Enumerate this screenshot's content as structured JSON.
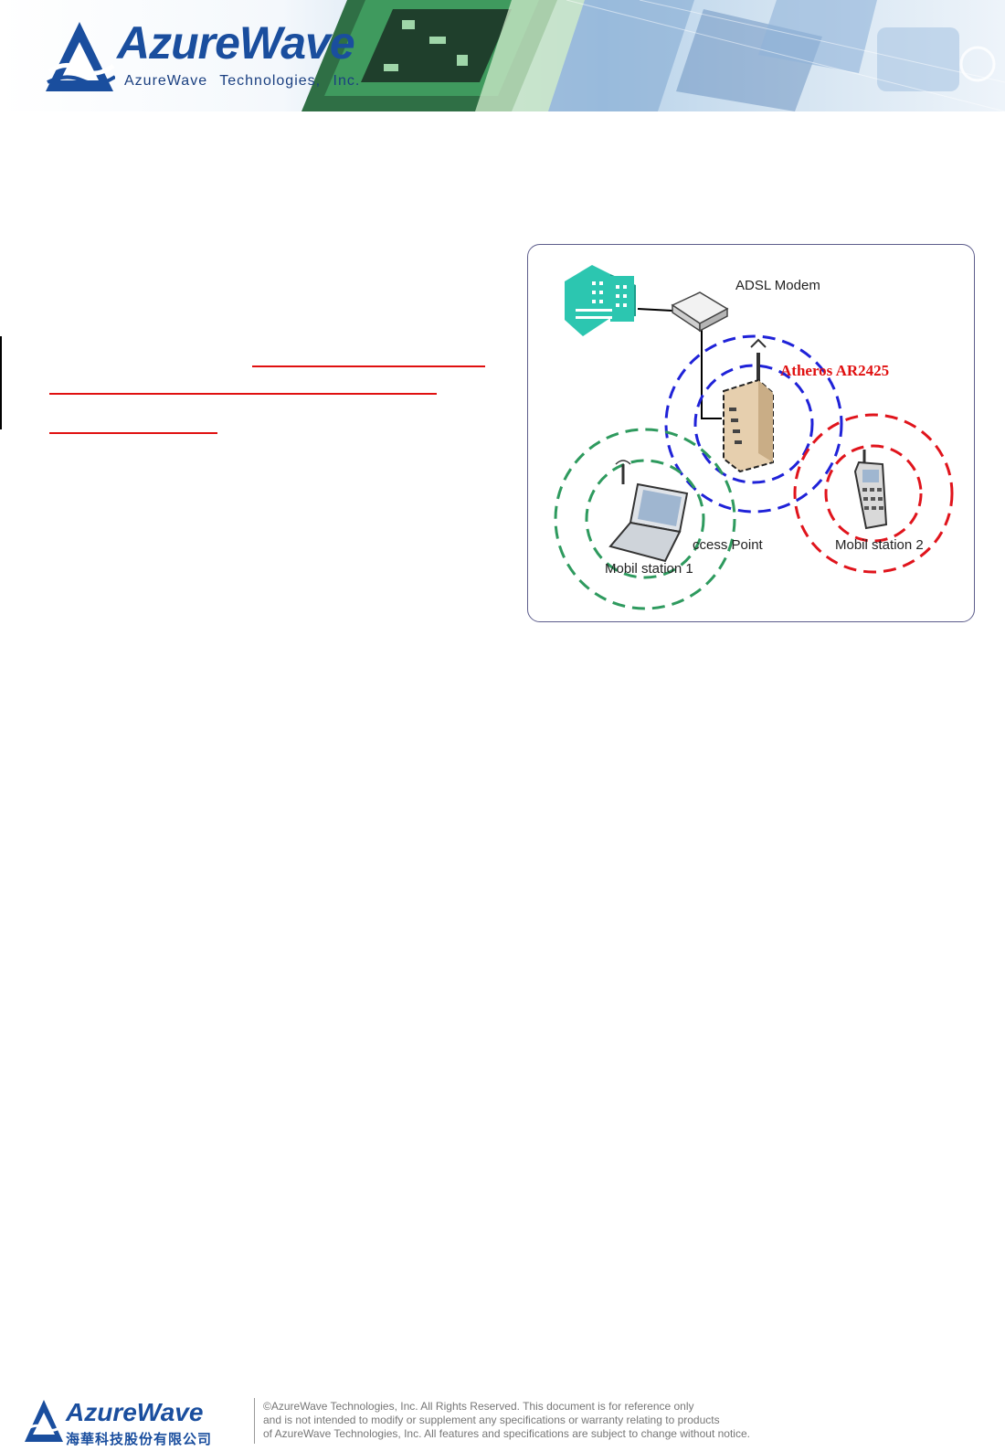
{
  "header": {
    "brand_name": "AzureWave",
    "tagline": "AzureWave Technologies, Inc.",
    "brand_color": "#1a4e9e"
  },
  "figure": {
    "modem_label": "ADSL Modem",
    "chip_label": "Atheros AR2425",
    "access_point_label": "ccess Point",
    "station1_label": "Mobil station 1",
    "station2_label": "Mobil station 2",
    "colors": {
      "access_point_ring": "#1f22d8",
      "station1_ring": "#2e9a5e",
      "station2_ring": "#e0141c",
      "chip_label": "#e01010",
      "building": "#2cc6b0"
    }
  },
  "footer": {
    "brand_name": "AzureWave",
    "brand_name_cn": "海華科技股份有限公司",
    "notice_lines": [
      "©AzureWave Technologies, Inc. All Rights Reserved. This document is for reference only",
      "and is not intended to modify or supplement any specifications or  warranty relating to products",
      "of AzureWave Technologies, Inc.  All features and specifications are subject to change without notice."
    ]
  }
}
